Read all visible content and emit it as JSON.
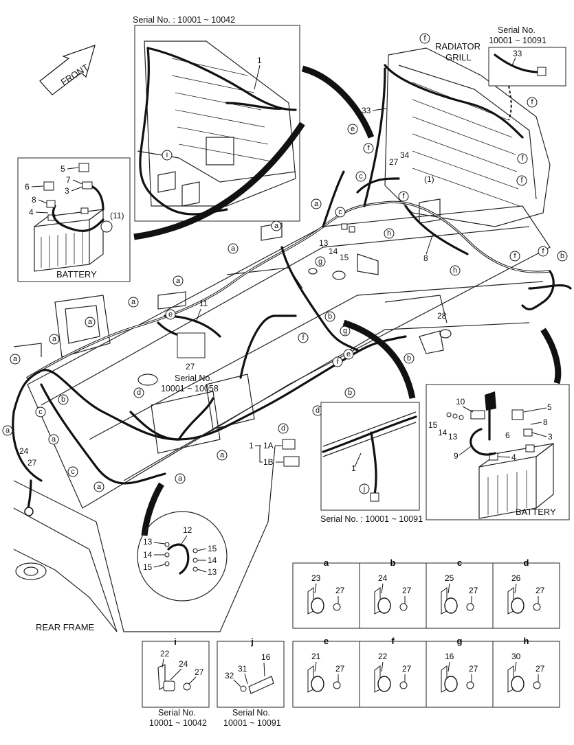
{
  "labels": {
    "front": "FRONT",
    "radiator_grill_line1": "RADIATOR",
    "radiator_grill_line2": "GRILL",
    "battery_left": "BATTERY",
    "battery_right": "BATTERY",
    "rear_frame": "REAR FRAME",
    "serial_top": "Serial No. : 10001 ~ 10042",
    "serial_tr_line1": "Serial No.",
    "serial_tr_line2": "10001 ~ 10091",
    "serial_mid_line1": "Serial No.",
    "serial_mid_line2": "10001 ~ 10058",
    "serial_bottom_mid": "Serial No. : 10001 ~ 10091",
    "serial_i_line1": "Serial No.",
    "serial_i_line2": "10001 ~ 10042",
    "serial_j_line1": "Serial No.",
    "serial_j_line2": "10001 ~ 10091",
    "conn_1": "1",
    "conn_1a": "1A",
    "conn_1b": "1B"
  },
  "part_numbers": {
    "p1_top": "1",
    "p1_inset": "1",
    "p33_main": "33",
    "p33_inset": "33",
    "p27_34": "27",
    "p34": "34",
    "p1_paren": "(1)",
    "p8_main": "8",
    "p13_main": "13",
    "p14_main": "14",
    "p15_main": "15",
    "p11": "11",
    "p27_mid": "27",
    "p28": "28",
    "p24_left": "24",
    "p27_left": "27",
    "p12": "12",
    "p13_det": "13",
    "p14_det": "14",
    "p15_det": "15",
    "p15_det_r": "15",
    "p14_det_r": "14",
    "p13_det_r": "13"
  },
  "battery_left_parts": {
    "p5": "5",
    "p7": "7",
    "p6": "6",
    "p3": "3",
    "p8": "8",
    "p4": "4",
    "p11": "(11)"
  },
  "battery_right_parts": {
    "p10": "10",
    "p5": "5",
    "p8": "8",
    "p15": "15",
    "p14": "14",
    "p13": "13",
    "p6": "6",
    "p3": "3",
    "p9": "9",
    "p4": "4"
  },
  "callout_letters": {
    "a": "a",
    "b": "b",
    "c": "c",
    "d": "d",
    "e": "e",
    "f": "f",
    "g": "g",
    "h": "h",
    "i": "i",
    "j": "j"
  },
  "clamp_table_top": [
    {
      "letter": "a",
      "parts": [
        "23",
        "27"
      ]
    },
    {
      "letter": "b",
      "parts": [
        "24",
        "27"
      ]
    },
    {
      "letter": "c",
      "parts": [
        "25",
        "27"
      ]
    },
    {
      "letter": "d",
      "parts": [
        "26",
        "27"
      ]
    }
  ],
  "clamp_i": {
    "letter": "i",
    "parts": [
      "22",
      "24",
      "27"
    ]
  },
  "clamp_j": {
    "letter": "j",
    "parts": [
      "32",
      "31",
      "16"
    ]
  },
  "clamp_table_bottom": [
    {
      "letter": "e",
      "parts": [
        "21",
        "27"
      ]
    },
    {
      "letter": "f",
      "parts": [
        "22",
        "27"
      ]
    },
    {
      "letter": "g",
      "parts": [
        "16",
        "27"
      ]
    },
    {
      "letter": "h",
      "parts": [
        "30",
        "27"
      ]
    }
  ]
}
